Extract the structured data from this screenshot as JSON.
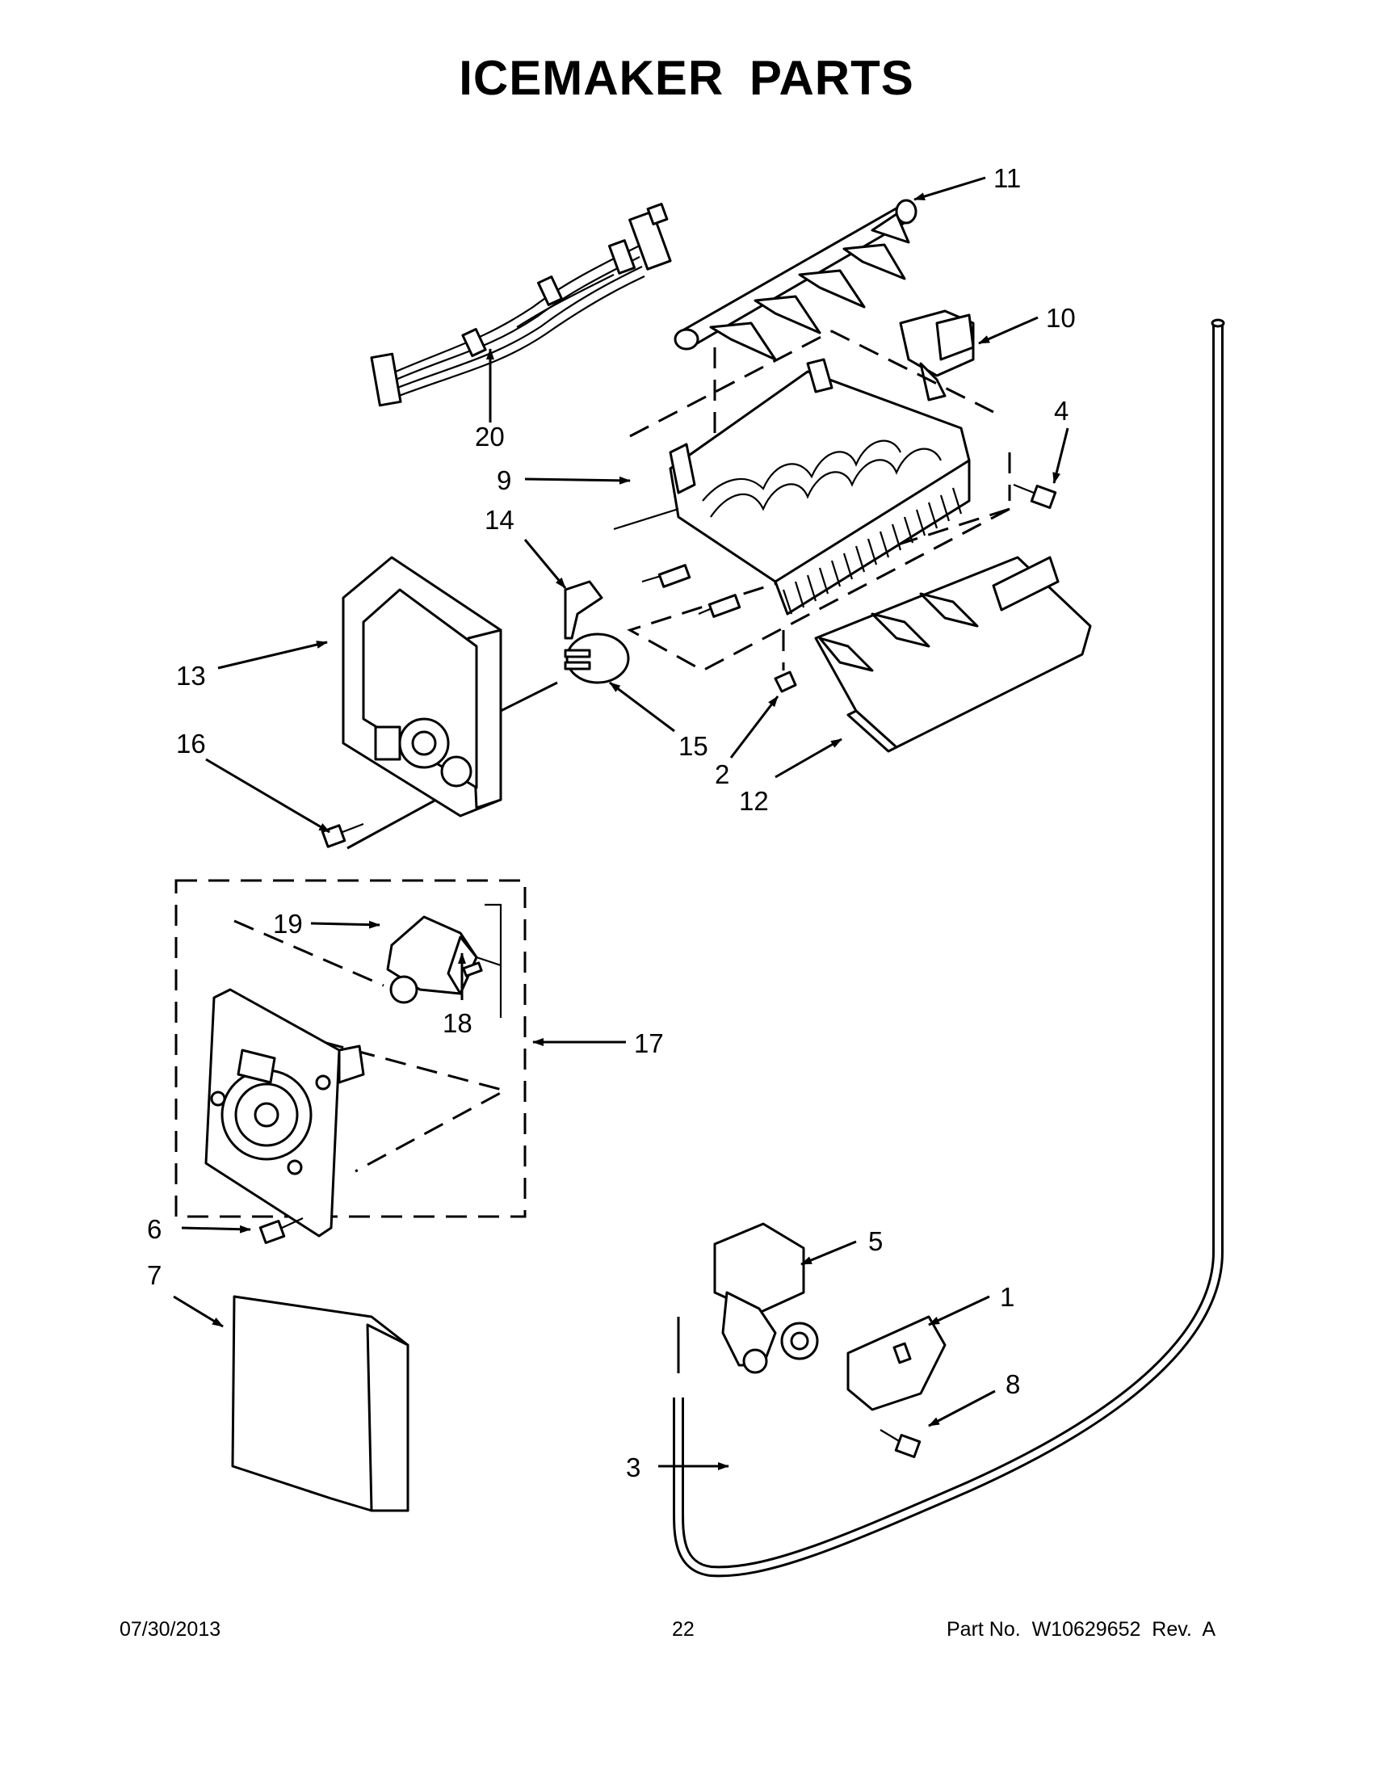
{
  "title": "ICEMAKER PARTS",
  "callouts": [
    "1",
    "2",
    "3",
    "4",
    "5",
    "6",
    "7",
    "8",
    "9",
    "10",
    "11",
    "12",
    "13",
    "14",
    "15",
    "16",
    "17",
    "18",
    "19",
    "20"
  ],
  "footer": {
    "date": "07/30/2013",
    "page": "22",
    "part_no": "Part No.  W10629652  Rev.  A"
  }
}
